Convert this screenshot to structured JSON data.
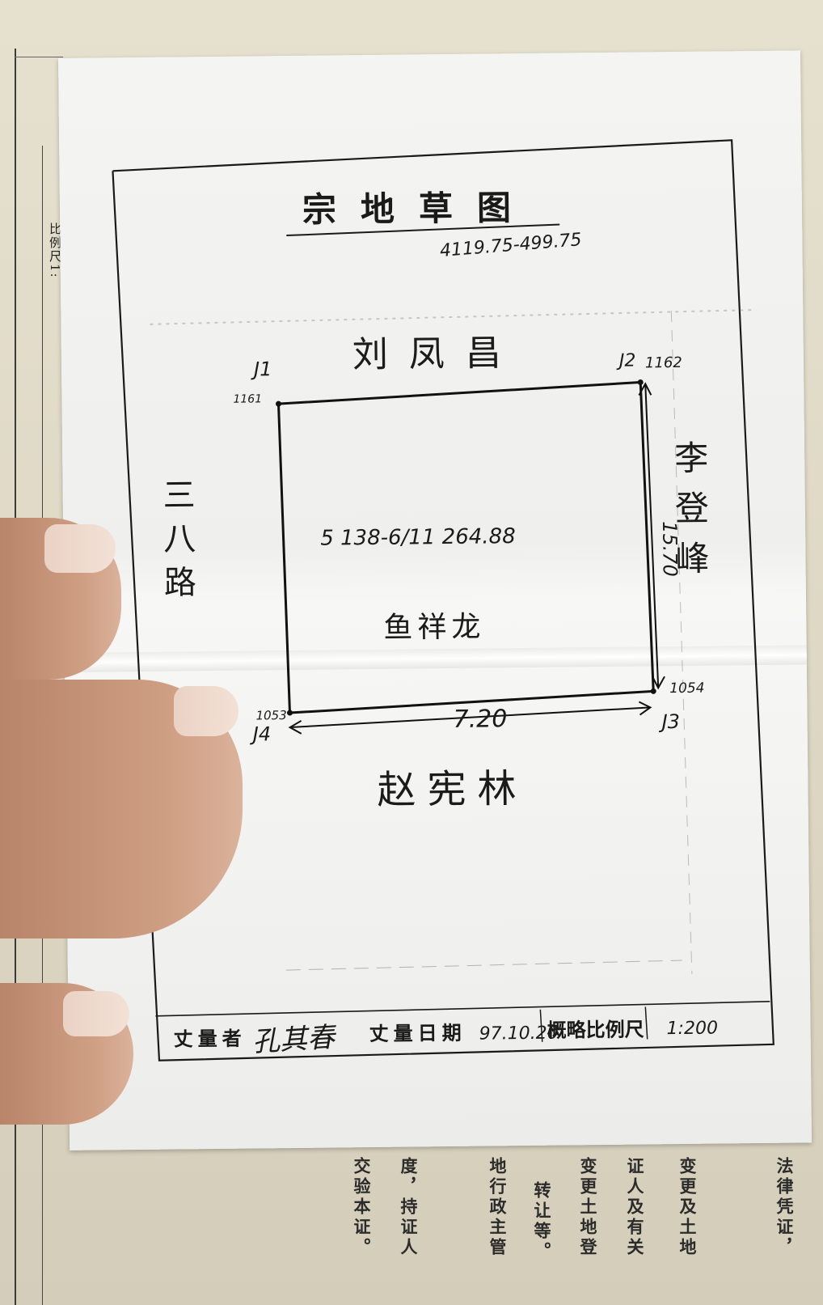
{
  "document": {
    "title": "宗地草图",
    "parcel_code": "4119.75-499.75",
    "neighbors": {
      "north": "刘凤昌",
      "east": "李登峰",
      "west": "三八路",
      "south": "赵宪林"
    },
    "owner": "鱼祥龙",
    "parcel_label": "5 138-6/11 264.88",
    "corners": [
      {
        "id": "J1",
        "label": "J1",
        "code": "1161"
      },
      {
        "id": "J2",
        "label": "J2",
        "code": "1162"
      },
      {
        "id": "J3",
        "label": "J3",
        "code": "1054"
      },
      {
        "id": "J4",
        "label": "J4",
        "code": "1053"
      }
    ],
    "dimensions": {
      "south_edge": "7.20",
      "east_edge": "15.70"
    },
    "footer": {
      "surveyor_label": "丈量者",
      "surveyor_signature": "孔其春",
      "date_label": "丈量日期",
      "date_value": "97.10.20",
      "scale_label": "概略比例尺",
      "scale_value": "1:200"
    }
  },
  "background_page": {
    "scale_label": "比例尺1:",
    "columns": [
      "法律凭证，",
      "变更及土地",
      "证人及有关",
      "变更土地登",
      "转让等。",
      "地行政主管",
      "度，持证人",
      "交验本证。"
    ]
  }
}
